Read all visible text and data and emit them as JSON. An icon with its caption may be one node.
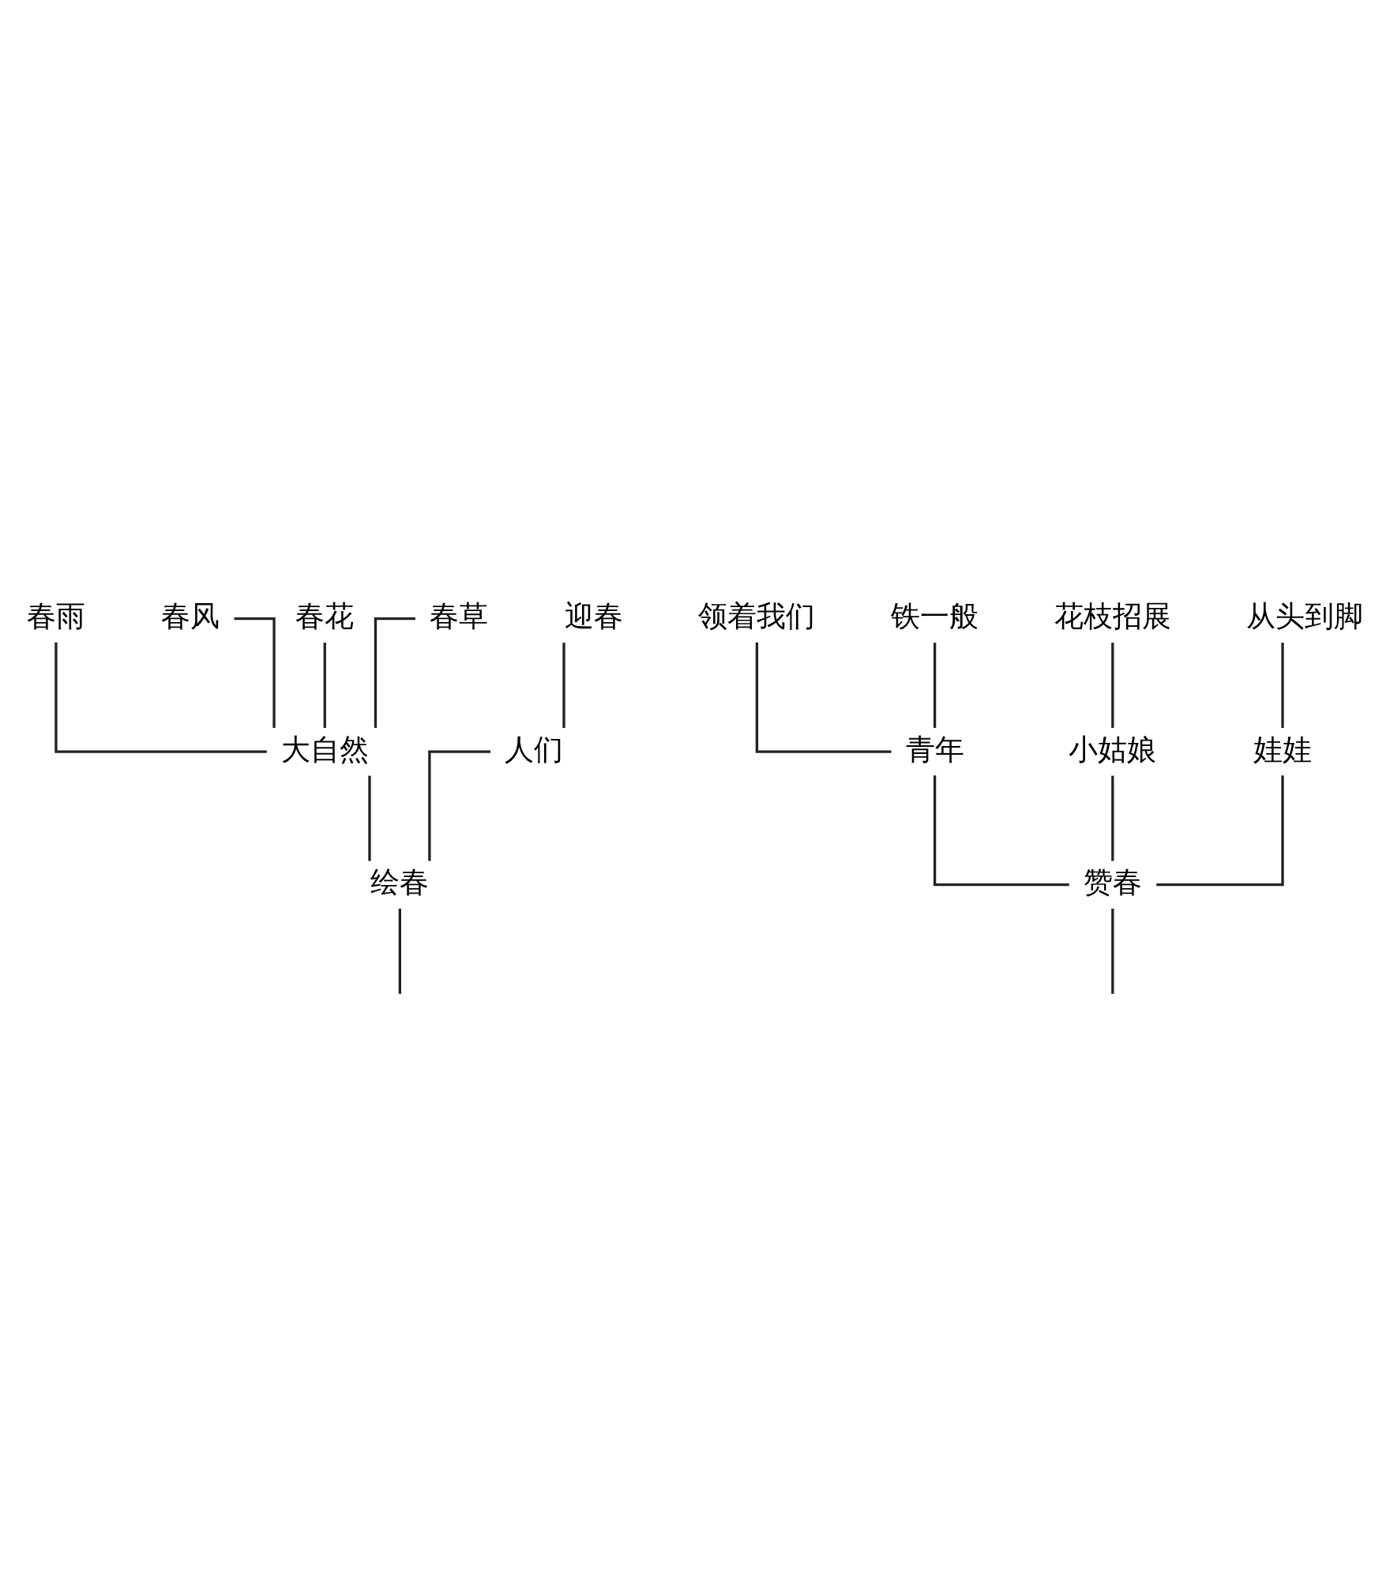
{
  "diagram": {
    "nodes": [
      {
        "text": [
          "绘春"
        ]
      },
      {
        "text": [
          "赞春"
        ]
      },
      {
        "text": [
          "大自然"
        ]
      },
      {
        "text": [
          "人们"
        ]
      },
      {
        "text": [
          "春雨"
        ]
      },
      {
        "text": [
          "春风"
        ]
      },
      {
        "text": [
          "春花"
        ]
      },
      {
        "text": [
          "春草"
        ]
      },
      {
        "text": [
          "迎春"
        ]
      },
      {
        "text": [
          "青年"
        ]
      },
      {
        "text": [
          "小姑娘"
        ]
      },
      {
        "text": [
          "娃娃"
        ]
      },
      {
        "text": [
          "领着我们"
        ]
      },
      {
        "text": [
          "铁一般"
        ]
      },
      {
        "text": [
          "花枝招展"
        ]
      },
      {
        "text": [
          "从头到脚"
        ]
      }
    ],
    "edges": [
      {
        "from": null,
        "to": 0,
        "arrow": "none"
      },
      {
        "from": null,
        "to": 1,
        "arrow": "none"
      },
      {
        "from": 0,
        "to": 2,
        "arrow": "none"
      },
      {
        "from": 0,
        "to": 3,
        "arrow": "none"
      },
      {
        "from": 2,
        "to": 4,
        "arrow": "none"
      },
      {
        "from": 2,
        "to": 5,
        "arrow": "none"
      },
      {
        "from": 2,
        "to": 6,
        "arrow": "none"
      },
      {
        "from": 2,
        "to": 7,
        "arrow": "none"
      },
      {
        "from": 3,
        "to": 8,
        "arrow": "none"
      },
      {
        "from": 1,
        "to": 9,
        "arrow": "none"
      },
      {
        "from": 1,
        "to": 10,
        "arrow": "none"
      },
      {
        "from": 1,
        "to": 11,
        "arrow": "none"
      },
      {
        "from": 9,
        "to": 12,
        "arrow": "none"
      },
      {
        "from": 9,
        "to": 13,
        "arrow": "none"
      },
      {
        "from": 10,
        "to": 14,
        "arrow": "none"
      },
      {
        "from": 11,
        "to": 15,
        "arrow": "none"
      }
    ]
  }
}
